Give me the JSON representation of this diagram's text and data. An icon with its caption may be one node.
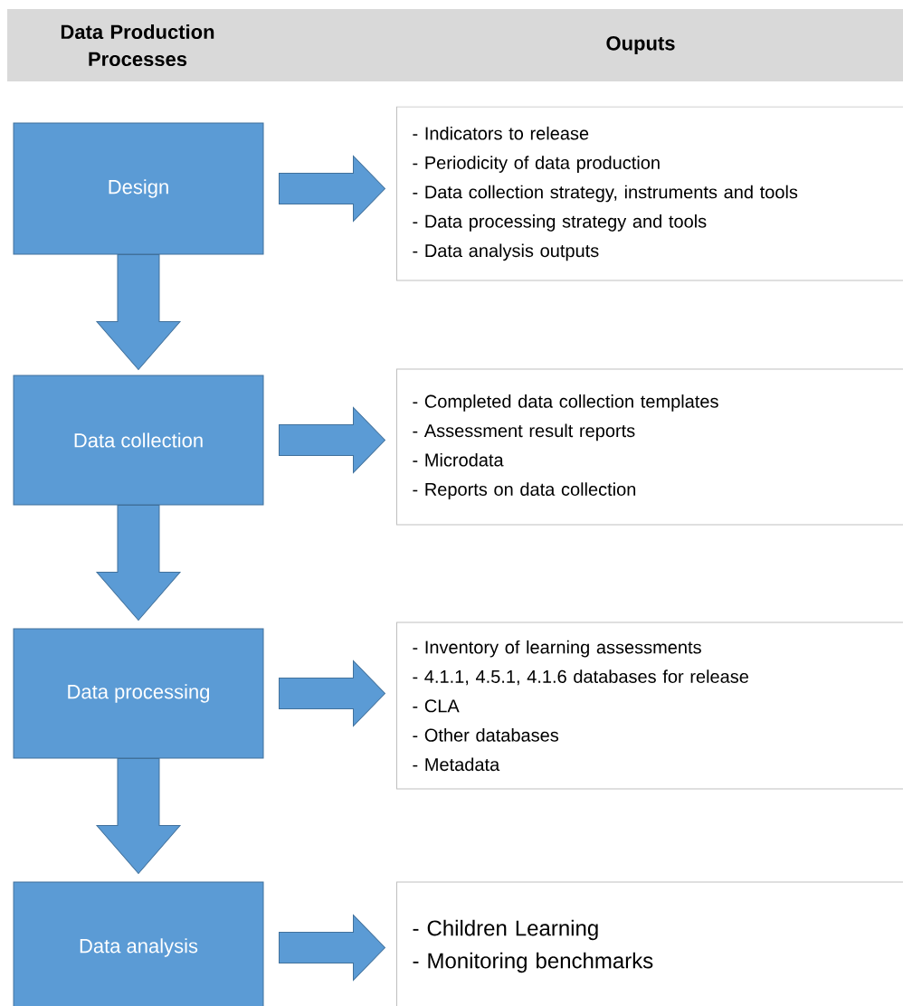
{
  "diagram": {
    "nodes": [
      {
        "text": [
          "Data Production Processes",
          "Ouputs"
        ]
      },
      {
        "text": [
          "Design"
        ]
      },
      {
        "text": [
          "- Indicators to release",
          "- Periodicity of data production",
          "- Data collection strategy, instruments and tools",
          "- Data processing strategy and tools",
          "- Data analysis outputs"
        ]
      },
      {
        "text": [
          "Data collection"
        ]
      },
      {
        "text": [
          "- Completed  data collection templates",
          "- Assessment result reports",
          "- Microdata",
          "- Reports on data collection"
        ]
      },
      {
        "text": [
          "Data processing"
        ]
      },
      {
        "text": [
          "- Inventory of learning assessments",
          "- 4.1.1, 4.5.1, 4.1.6 databases for release",
          "- CLA",
          "- Other databases",
          "- Metadata"
        ]
      },
      {
        "text": [
          "Data analysis"
        ]
      },
      {
        "text": [
          "- Children Learning",
          "- Monitoring benchmarks"
        ]
      }
    ],
    "edges": [
      {
        "from": 1,
        "to": 2,
        "arrow": "to"
      },
      {
        "from": 1,
        "to": 3,
        "arrow": "to"
      },
      {
        "from": 3,
        "to": 4,
        "arrow": "to"
      },
      {
        "from": 3,
        "to": 5,
        "arrow": "to"
      },
      {
        "from": 5,
        "to": 6,
        "arrow": "to"
      },
      {
        "from": 5,
        "to": 7,
        "arrow": "to"
      },
      {
        "from": 7,
        "to": 8,
        "arrow": "to"
      }
    ]
  }
}
